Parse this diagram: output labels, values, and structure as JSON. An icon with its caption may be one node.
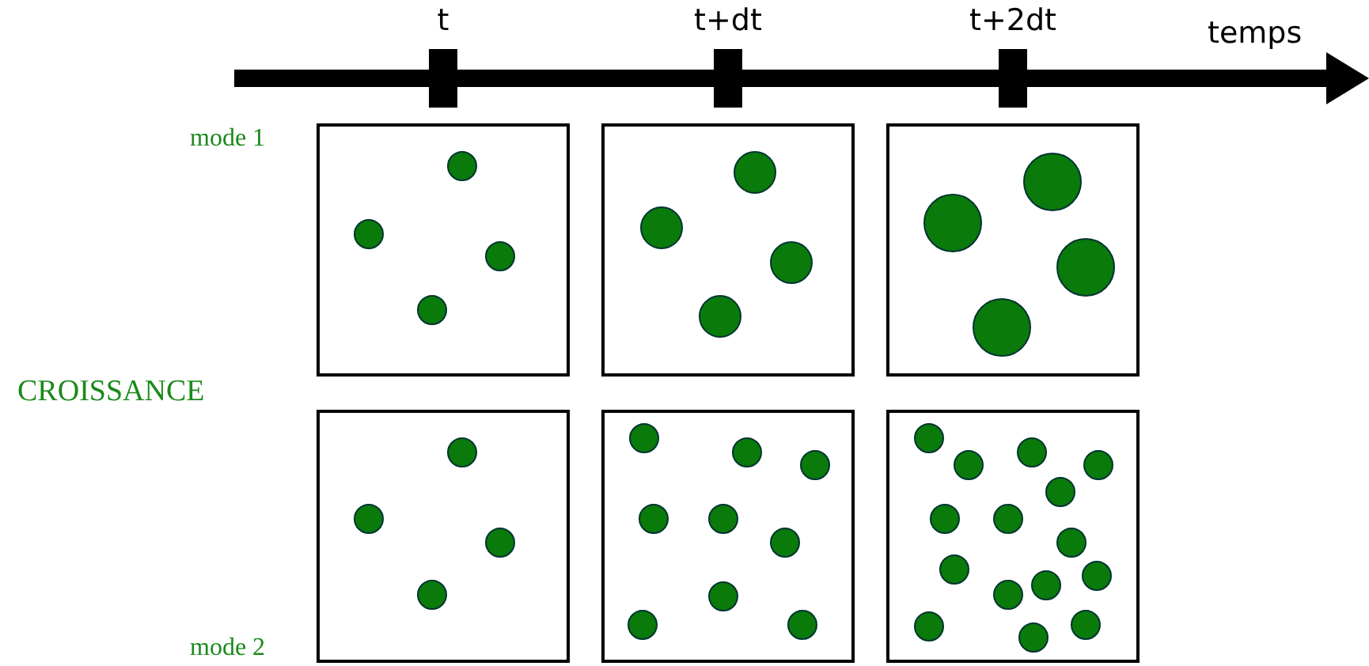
{
  "diagram": {
    "labels": [
      "t",
      "t+dt",
      "t+2dt",
      "temps",
      "mode 1",
      "CROISSANCE",
      "mode 2"
    ]
  }
}
